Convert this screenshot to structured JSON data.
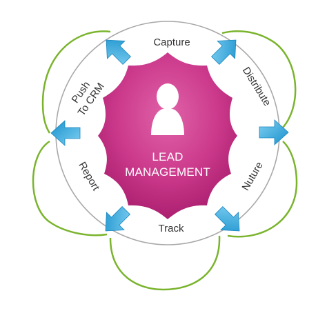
{
  "diagram": {
    "center_title_line1": "LEAD",
    "center_title_line2": "MANAGEMENT",
    "center_icon": "user-icon",
    "stages": {
      "capture": "Capture",
      "distribute": "Distribute",
      "nuture": "Nuture",
      "track": "Track",
      "report": "Report",
      "push_line1": "Push",
      "push_line2": "To CRM"
    },
    "arrow_icon": "arrow-icon"
  },
  "colors": {
    "center_fill": "#c22d83",
    "center_highlight": "#e063a8",
    "outer_ring": "#a8a8a8",
    "green_arcs": "#7ab42d",
    "arrow_fill": "#2aa3db",
    "arrow_light": "#7fd0f2",
    "text": "#333333"
  }
}
